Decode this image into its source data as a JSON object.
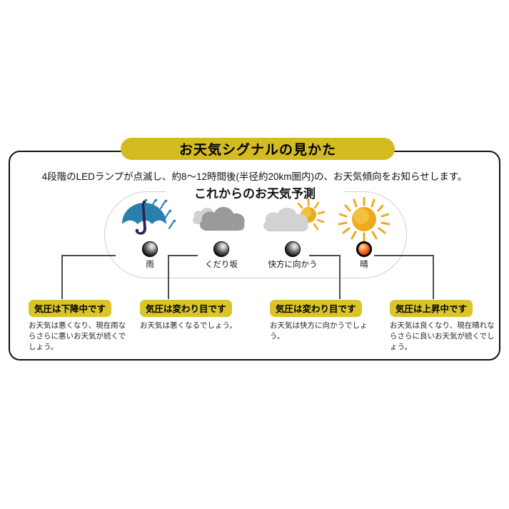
{
  "header": {
    "title": "お天気シグナルの見かた",
    "description": "4段階のLEDランプが点滅し、約8〜12時間後(半径約20km圏内)の、お天気傾向をお知らせします。",
    "subtitle": "これからのお天気予測"
  },
  "colors": {
    "banner_gold": "#d3bb22",
    "pill_gold": "#d9c42b",
    "frame_black": "#111111",
    "stadium_gray": "#cfcfcf",
    "umbrella_blue": "#2a7fae",
    "cloud_dark": "#8e8e8e",
    "cloud_light": "#cfcfcf",
    "sun_gold": "#edaa1e",
    "led_on_red": "#e8541a",
    "led_off_dark": "#141414",
    "connector_gray": "#4d4d4d"
  },
  "signals": [
    {
      "id": "rain",
      "icon": "umbrella-rain-icon",
      "led_label": "雨",
      "led_state": "off",
      "pressure_pill": "気圧は下降中です",
      "body": "お天気は悪くなり、現在雨ならさらに悪いお天気が続くでしょう。"
    },
    {
      "id": "declining",
      "icon": "clouds-icon",
      "led_label": "くだり坂",
      "led_state": "off",
      "pressure_pill": "気圧は変わり目です",
      "body": "お天気は悪くなるでしょう。"
    },
    {
      "id": "improving",
      "icon": "cloud-sun-icon",
      "led_label": "快方に向かう",
      "led_state": "off",
      "pressure_pill": "気圧は変わり目です",
      "body": "お天気は快方に向かうでしょう。"
    },
    {
      "id": "clear",
      "icon": "sun-icon",
      "led_label": "晴",
      "led_state": "on",
      "pressure_pill": "気圧は上昇中です",
      "body": "お天気は良くなり、現在晴れならさらに良いお天気が続くでしょう。"
    }
  ]
}
